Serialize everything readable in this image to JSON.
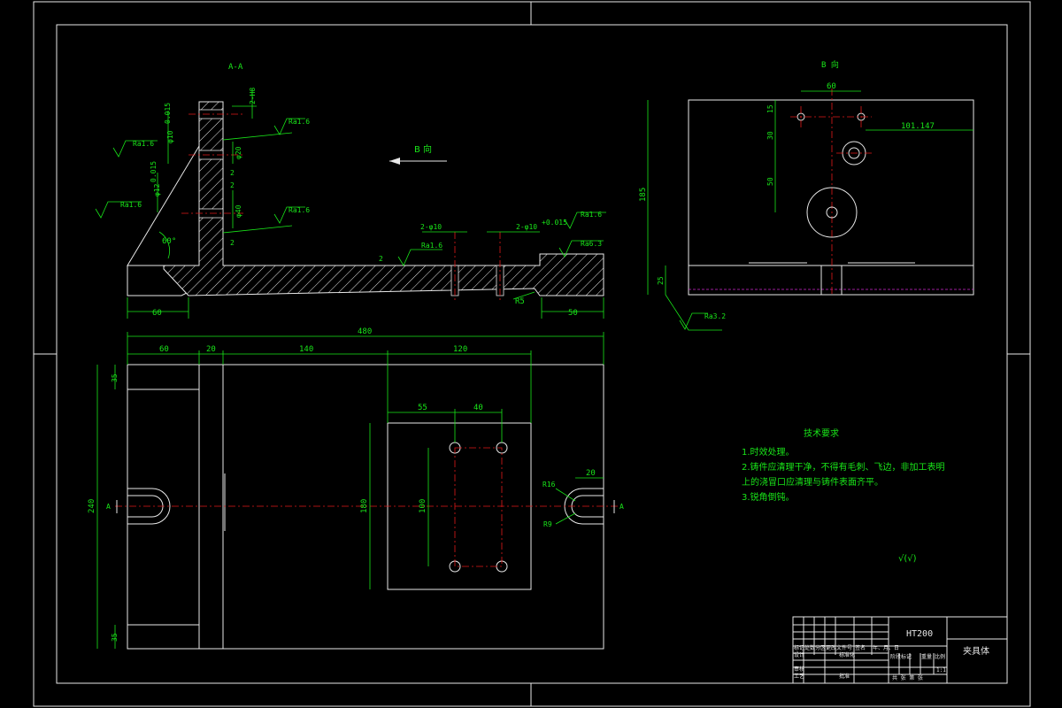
{
  "section_view": {
    "label": "A-A",
    "view_arrow_label": "B 向",
    "dims": {
      "left_width": "60",
      "right_width": "50",
      "fillet": "R5",
      "angle": "60°",
      "slot_top": "2-H8",
      "hole_top": "φ10",
      "tol_top": "0.015",
      "hole_mid": "φ12",
      "tol_mid": "0.015",
      "depth_top": "φ20",
      "depth_mid": "φ40",
      "gap_a": "2",
      "gap_b": "2",
      "gap_c": "2",
      "gap_d": "2",
      "holes_left": "2-φ10",
      "holes_right": "2-φ10",
      "holes_right_tol": "+0.015"
    },
    "roughness": {
      "r1": "Ra1.6",
      "r2": "Ra1.6",
      "r3": "Ra1.6",
      "r4": "Ra1.6",
      "r5": "Ra1.6",
      "r6": "Ra1.6",
      "r7": "Ra6.3"
    }
  },
  "b_view": {
    "label": "B 向",
    "dims": {
      "top_width": "60",
      "offset_right": "101.147",
      "v15": "15",
      "v30": "30",
      "v50": "50",
      "height": "185",
      "base": "25"
    },
    "roughness": "Ra3.2"
  },
  "plan_view": {
    "dims": {
      "total": "480",
      "d60": "60",
      "d20": "20",
      "d140": "140",
      "d120": "120",
      "d55": "55",
      "d40": "40",
      "d180": "180",
      "d100": "100",
      "height": "240",
      "top_margin": "35",
      "bottom_margin": "35",
      "slot_width": "20",
      "r16": "R16",
      "r9": "R9"
    },
    "section_marks": {
      "left": "A",
      "right": "A"
    }
  },
  "tech_notes": {
    "title": "技术要求",
    "lines": [
      "1.时效处理。",
      "2.铸件应清理干净，不得有毛刺、飞边，非加工表明",
      "上的浇冒口应清理与铸件表面齐平。",
      "3.锐角倒钝。"
    ],
    "roughness_symbol": "√(√)"
  },
  "title_block": {
    "material": "HT200",
    "part_name": "夹具体",
    "scale": "1:1",
    "row_labels": [
      "标记",
      "处数",
      "分区",
      "更改文件号",
      "签名",
      "年、月、日"
    ],
    "design": "设计",
    "standard": "标准化",
    "review": "审核",
    "process": "工艺",
    "approve": "批准",
    "stage": "阶段标记",
    "weight": "重量",
    "ratio": "比例",
    "sheets": "共 张 第 张"
  }
}
